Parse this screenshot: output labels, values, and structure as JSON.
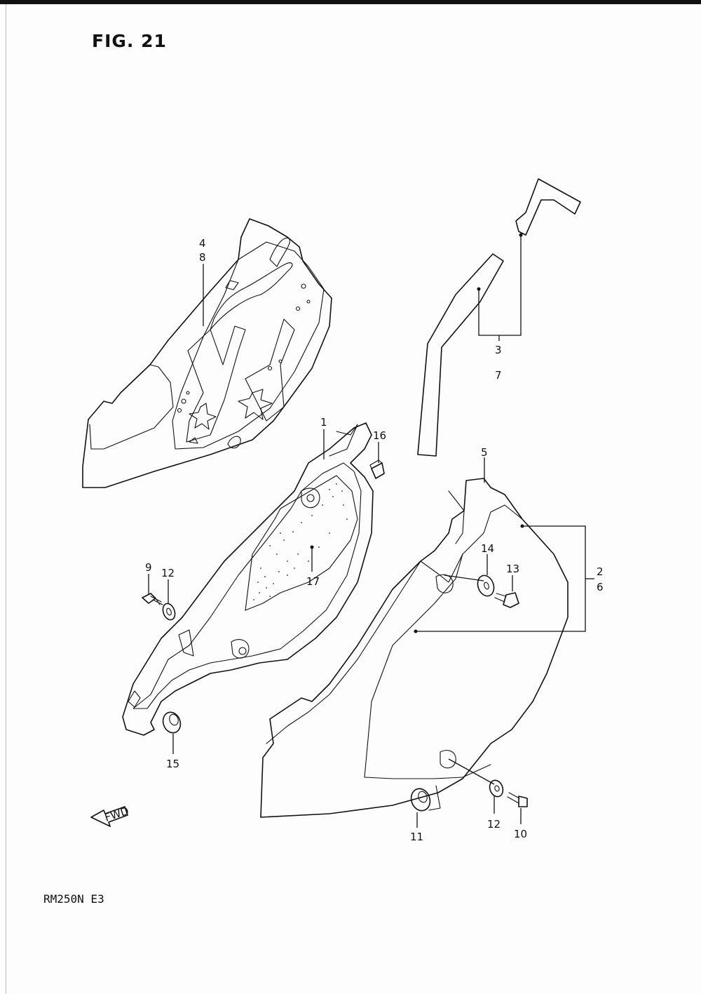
{
  "figure": {
    "title": "FIG. 21",
    "model": "RM250N  E3",
    "fwd_label": "FWD"
  },
  "callouts": [
    {
      "id": "c1",
      "text": "1"
    },
    {
      "id": "c2",
      "text": "2"
    },
    {
      "id": "c3",
      "text": "3"
    },
    {
      "id": "c4",
      "text": "4"
    },
    {
      "id": "c5",
      "text": "5"
    },
    {
      "id": "c6",
      "text": "6"
    },
    {
      "id": "c7",
      "text": "7"
    },
    {
      "id": "c8",
      "text": "8"
    },
    {
      "id": "c9",
      "text": "9"
    },
    {
      "id": "c10",
      "text": "10"
    },
    {
      "id": "c11",
      "text": "11"
    },
    {
      "id": "c12a",
      "text": "12"
    },
    {
      "id": "c12b",
      "text": "12"
    },
    {
      "id": "c13",
      "text": "13"
    },
    {
      "id": "c14",
      "text": "14"
    },
    {
      "id": "c15",
      "text": "15"
    },
    {
      "id": "c16",
      "text": "16"
    },
    {
      "id": "c17",
      "text": "17"
    }
  ],
  "colors": {
    "ink": "#111111",
    "paper": "#fdfdfd"
  }
}
